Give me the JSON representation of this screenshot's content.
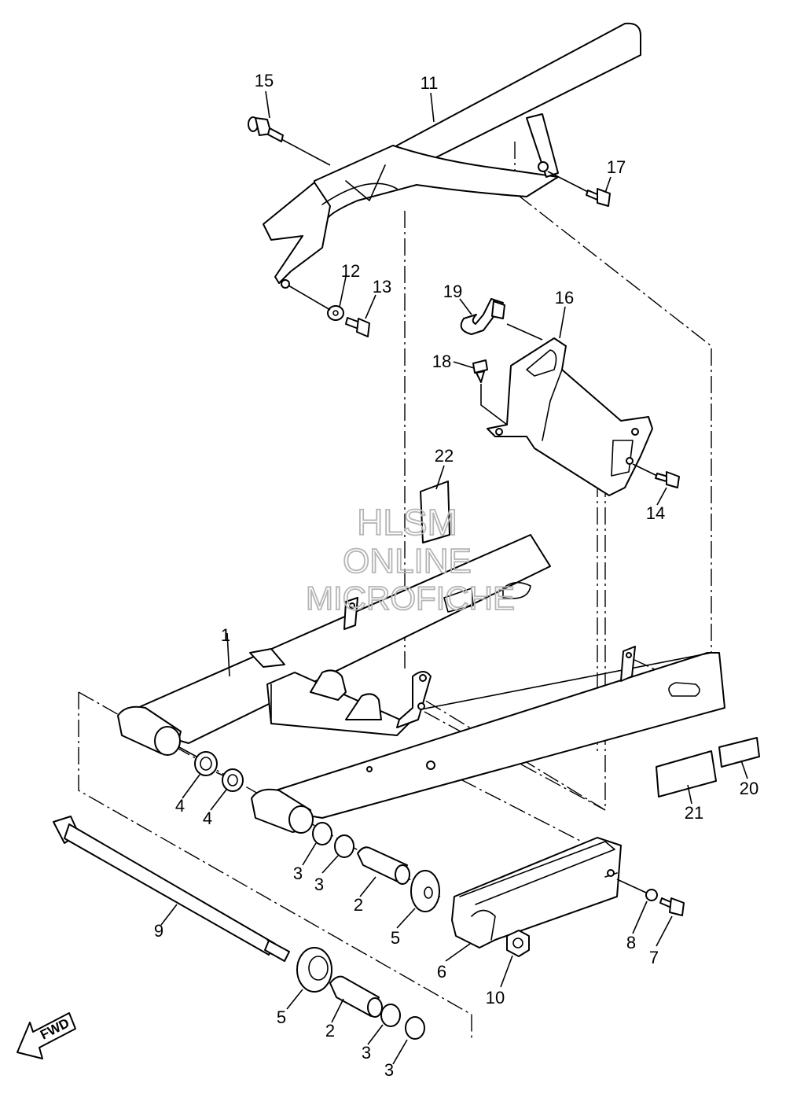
{
  "watermark": {
    "line1": "HLSM",
    "line2": "ONLINE",
    "line3": "MICROFICHE"
  },
  "fwd_label": "FWD",
  "callouts": {
    "c1": "1",
    "c2a": "2",
    "c2b": "2",
    "c3a": "3",
    "c3b": "3",
    "c3c": "3",
    "c3d": "3",
    "c4a": "4",
    "c4b": "4",
    "c5a": "5",
    "c5b": "5",
    "c6": "6",
    "c7": "7",
    "c8": "8",
    "c9": "9",
    "c10": "10",
    "c11": "11",
    "c12": "12",
    "c13": "13",
    "c14": "14",
    "c15": "15",
    "c16": "16",
    "c17": "17",
    "c18": "18",
    "c19": "19",
    "c20": "20",
    "c21": "21",
    "c22": "22"
  }
}
